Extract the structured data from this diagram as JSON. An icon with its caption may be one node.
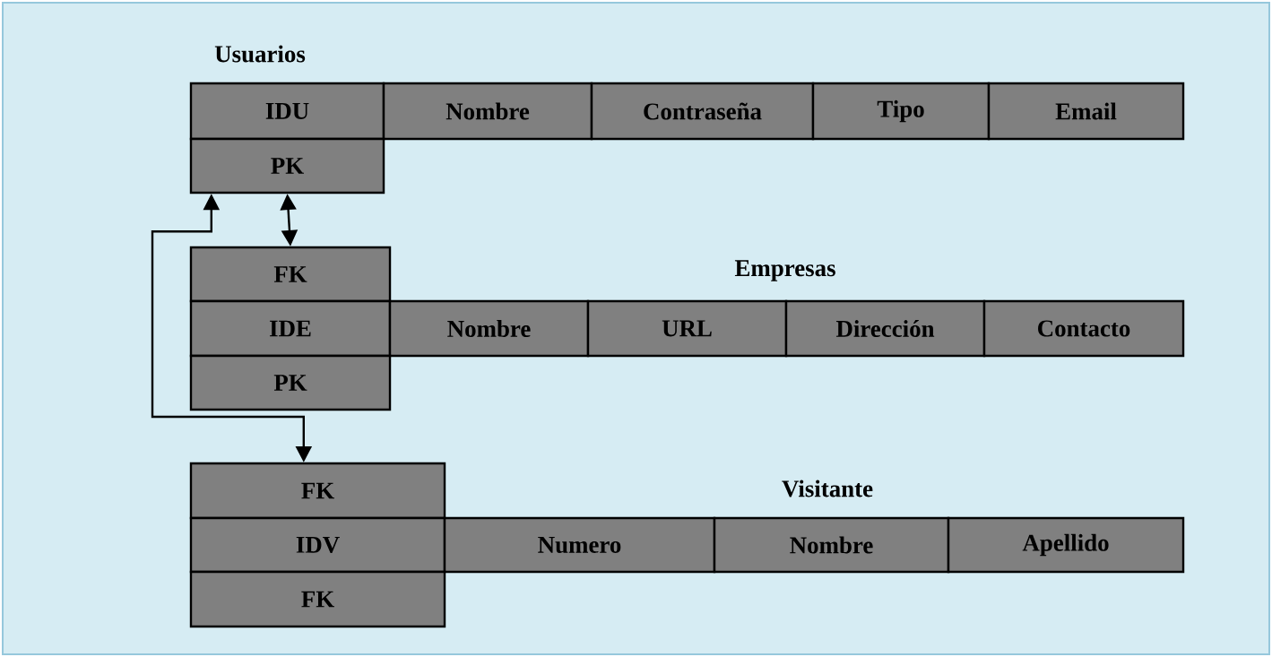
{
  "diagram": {
    "nodes": [
      {
        "text": [
          "IDU"
        ]
      },
      {
        "text": [
          "Nombre"
        ]
      },
      {
        "text": [
          "Contraseña"
        ]
      },
      {
        "text": [
          "Tipo"
        ]
      },
      {
        "text": [
          "Email"
        ]
      },
      {
        "text": [
          "PK"
        ]
      },
      {
        "text": [
          "FK"
        ]
      },
      {
        "text": [
          "IDE"
        ]
      },
      {
        "text": [
          "Nombre"
        ]
      },
      {
        "text": [
          "URL"
        ]
      },
      {
        "text": [
          "Dirección"
        ]
      },
      {
        "text": [
          "Contacto"
        ]
      },
      {
        "text": [
          "PK"
        ]
      },
      {
        "text": [
          "FK"
        ]
      },
      {
        "text": [
          "IDV"
        ]
      },
      {
        "text": [
          "Numero"
        ]
      },
      {
        "text": [
          "Nombre"
        ]
      },
      {
        "text": [
          "Apellido"
        ]
      },
      {
        "text": [
          "FK"
        ]
      }
    ],
    "edges": [
      {
        "from": 5,
        "to": 6,
        "arrow": "both"
      },
      {
        "from": 5,
        "to": 13,
        "arrow": "both"
      }
    ],
    "labels": [
      "Usuarios",
      "Empresas",
      "Visitante"
    ]
  }
}
